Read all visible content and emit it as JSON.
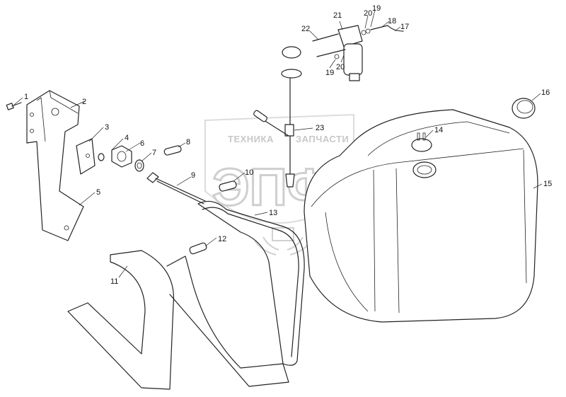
{
  "watermark": {
    "line1": "ТЕХНИКА",
    "line2": "ЗАПЧАСТИ",
    "logo_letters": "ЭПФ"
  },
  "callouts": [
    "1",
    "2",
    "3",
    "4",
    "5",
    "6",
    "7",
    "8",
    "9",
    "10",
    "11",
    "12",
    "13",
    "14",
    "15",
    "16",
    "17",
    "18",
    "19",
    "19",
    "20",
    "20",
    "21",
    "22",
    "23"
  ]
}
